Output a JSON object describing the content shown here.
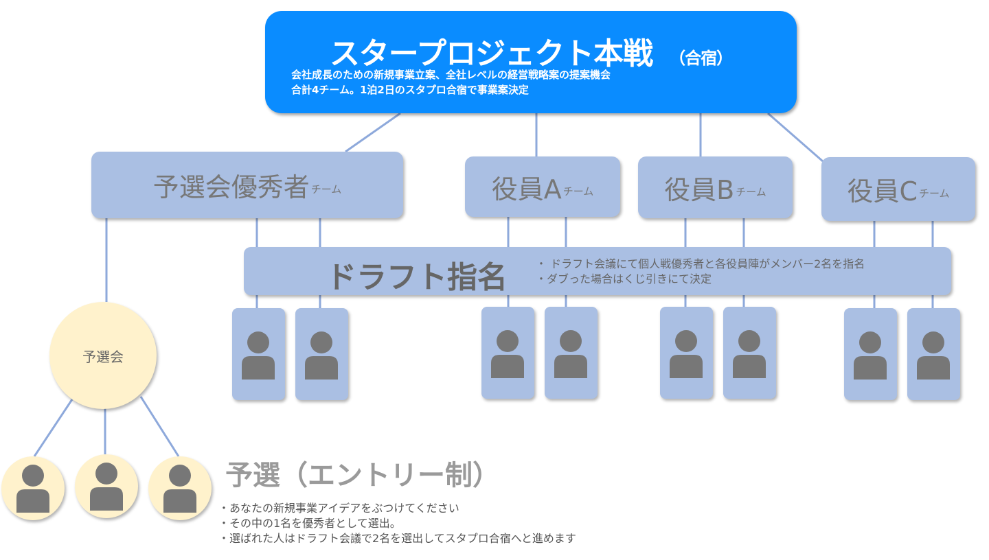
{
  "main_box": {
    "title": "スタープロジェクト本戦",
    "title_sub": "（合宿）",
    "line1": "会社成長のための新規事業立案、全社レベルの経営戦略案の提案機会",
    "line2": "合計4チーム。1泊2日のスタプロ合宿で事業案決定"
  },
  "teams": [
    {
      "name": "予選会優秀者",
      "suffix": "チーム"
    },
    {
      "name": "役員A",
      "suffix": "チーム"
    },
    {
      "name": "役員B",
      "suffix": "チーム"
    },
    {
      "name": "役員C",
      "suffix": "チーム"
    }
  ],
  "draft": {
    "title": "ドラフト指名",
    "note1": "・ ドラフト会議にて個人戦優秀者と各役員陣がメンバー2名を指名",
    "note2": "・ダブった場合はくじ引きにて決定"
  },
  "preliminary": {
    "circle_label": "予選会",
    "title": "予選（エントリー制）",
    "notes": [
      "・あなたの新規事業アイデアをぶつけてください",
      "・その中の1名を優秀者として選出。",
      "・選ばれた人はドラフト会議で2名を選出してスタプロ合宿へと進めます"
    ]
  },
  "colors": {
    "main": "#0a8cff",
    "team": "#aabfe3",
    "circle": "#fff2cc",
    "line": "#8ea9db",
    "icon": "#777777"
  }
}
